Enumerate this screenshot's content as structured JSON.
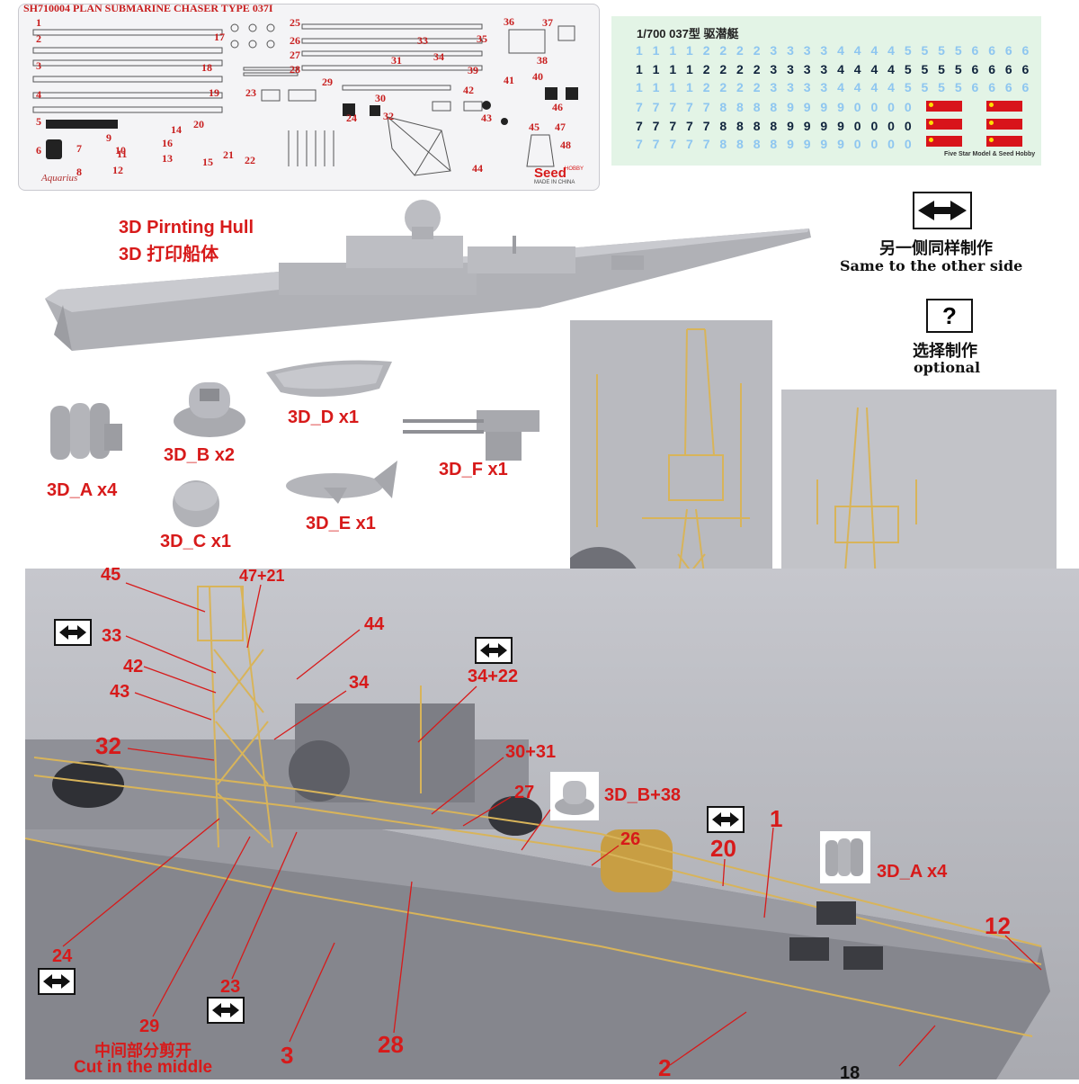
{
  "fret": {
    "title": "SH710004 PLAN SUBMARINE CHASER TYPE 037I",
    "maker": "Aquarius",
    "brand": "Seed",
    "brand_sub": "HOBBY",
    "made_in": "MADE IN CHINA",
    "part_numbers": [
      "1",
      "2",
      "3",
      "4",
      "5",
      "6",
      "7",
      "8",
      "9",
      "10",
      "11",
      "12",
      "13",
      "14",
      "15",
      "16",
      "17",
      "18",
      "19",
      "20",
      "21",
      "22",
      "23",
      "24",
      "25",
      "26",
      "27",
      "28",
      "29",
      "30",
      "31",
      "32",
      "33",
      "34",
      "35",
      "36",
      "37",
      "38",
      "39",
      "40",
      "41",
      "42",
      "43",
      "44",
      "45",
      "46",
      "47",
      "48"
    ]
  },
  "decal": {
    "title": "1/700 037型 驱潜艇",
    "rows": [
      "1 1 1 1 2 2 2 2 3 3 3 3 4 4 4 4 5 5 5 5 6 6 6 6",
      "1 1 1 1 2 2 2 2 3 3 3 3 4 4 4 4 5 5 5 5 6 6 6 6",
      "1 1 1 1 2 2 2 2 3 3 3 3 4 4 4 4 5 5 5 5 6 6 6 6",
      "7 7 7 7 7 8 8 8 8 9 9 9 9 0 0 0 0",
      "7 7 7 7 7 8 8 8 8 9 9 9 9 0 0 0 0",
      "7 7 7 7 7 8 8 8 8 9 9 9 9 0 0 0 0"
    ],
    "footer": "Five Star Model & Seed Hobby"
  },
  "hull_label": {
    "line1": "3D Pirnting Hull",
    "line2": "3D 打印船体"
  },
  "parts_3d": [
    {
      "label": "3D_A x4"
    },
    {
      "label": "3D_B x2"
    },
    {
      "label": "3D_C x1"
    },
    {
      "label": "3D_D x1"
    },
    {
      "label": "3D_E x1"
    },
    {
      "label": "3D_F x1"
    }
  ],
  "legend": {
    "same_cn": "另一侧同样制作",
    "same_en": "Same to the other side",
    "optional_symbol": "?",
    "optional_cn": "选择制作",
    "optional_en": "optional"
  },
  "callouts": {
    "c45": "45",
    "c47_21": "47+21",
    "c33": "33",
    "c44": "44",
    "c42": "42",
    "c34": "34",
    "c43": "43",
    "c34_22": "34+22",
    "c32": "32",
    "c30_31": "30+31",
    "c27": "27",
    "c3db_38": "3D_B+38",
    "c1": "1",
    "c26": "26",
    "c20": "20",
    "c3da": "3D_A x4",
    "c12": "12",
    "c24": "24",
    "c23": "23",
    "c29": "29",
    "c3": "3",
    "c28": "28",
    "c2": "2",
    "c18": "18",
    "cut_cn": "中间部分剪开",
    "cut_en": "Cut in the middle"
  },
  "colors": {
    "accent_red": "#d71a1a",
    "hull_gray": "#9a9ba2",
    "brass": "#d8b45a",
    "decal_bg": "#e3f4e6"
  }
}
